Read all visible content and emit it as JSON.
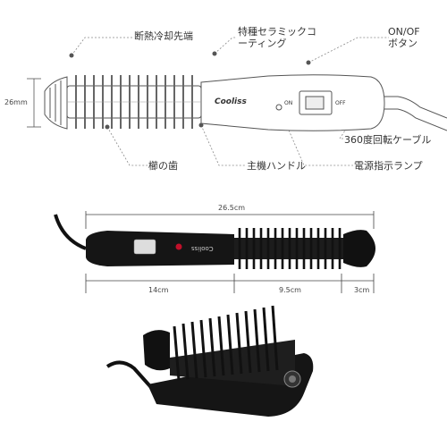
{
  "labels": {
    "cool_tip": "断熱冷却先端",
    "ceramic_line1": "特種セラミックコ",
    "ceramic_line2": "ーティング",
    "onoff_line1": "ON/OF",
    "onoff_line2": "ボタン",
    "rotating_cable": "360度回転ケーブル",
    "comb_teeth": "櫛の歯",
    "main_handle": "主機ハンドル",
    "power_lamp": "電源指示ランプ"
  },
  "product": {
    "brand": "Cooliss",
    "switch_on": "ON",
    "switch_off": "OFF"
  },
  "dimensions": {
    "diameter": "26mm",
    "total_length": "26.5cm",
    "handle_length": "14cm",
    "brush_length": "9.5cm",
    "tip_length": "3cm"
  },
  "colors": {
    "outline": "#555555",
    "body_black": "#151515",
    "accent_red": "#c0102a"
  }
}
